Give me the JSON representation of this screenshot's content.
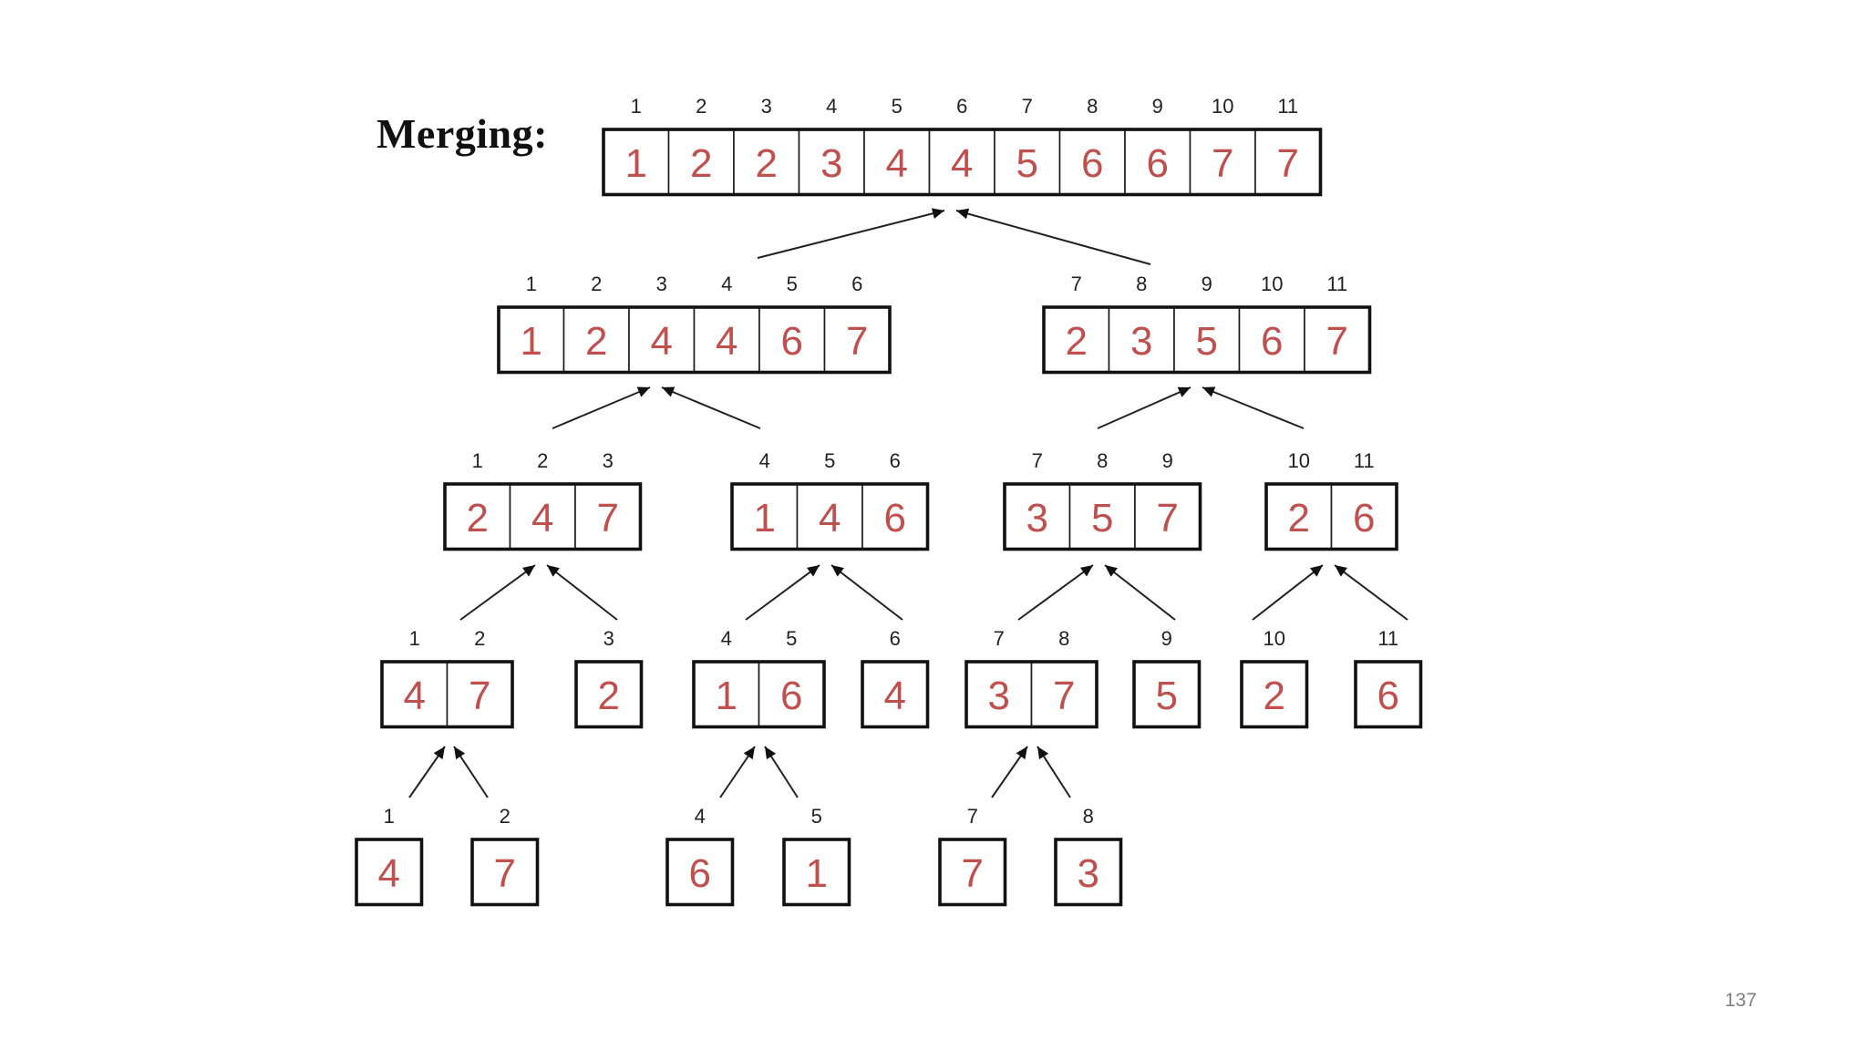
{
  "slide": {
    "title": "Merging:",
    "page_number": "137"
  },
  "diagram": {
    "type": "merge-sort-tree",
    "arrays": [
      {
        "id": "a0",
        "indices": [
          "1",
          "2",
          "3",
          "4",
          "5",
          "6",
          "7",
          "8",
          "9",
          "10",
          "11"
        ],
        "values": [
          "1",
          "2",
          "2",
          "3",
          "4",
          "4",
          "5",
          "6",
          "6",
          "7",
          "7"
        ]
      },
      {
        "id": "a1",
        "indices": [
          "1",
          "2",
          "3",
          "4",
          "5",
          "6"
        ],
        "values": [
          "1",
          "2",
          "4",
          "4",
          "6",
          "7"
        ]
      },
      {
        "id": "a2",
        "indices": [
          "7",
          "8",
          "9",
          "10",
          "11"
        ],
        "values": [
          "2",
          "3",
          "5",
          "6",
          "7"
        ]
      },
      {
        "id": "a3",
        "indices": [
          "1",
          "2",
          "3"
        ],
        "values": [
          "2",
          "4",
          "7"
        ]
      },
      {
        "id": "a4",
        "indices": [
          "4",
          "5",
          "6"
        ],
        "values": [
          "1",
          "4",
          "6"
        ]
      },
      {
        "id": "a5",
        "indices": [
          "7",
          "8",
          "9"
        ],
        "values": [
          "3",
          "5",
          "7"
        ]
      },
      {
        "id": "a6",
        "indices": [
          "10",
          "11"
        ],
        "values": [
          "2",
          "6"
        ]
      },
      {
        "id": "a7",
        "indices": [
          "1",
          "2"
        ],
        "values": [
          "4",
          "7"
        ]
      },
      {
        "id": "a8",
        "indices": [
          "3"
        ],
        "values": [
          "2"
        ]
      },
      {
        "id": "a9",
        "indices": [
          "4",
          "5"
        ],
        "values": [
          "1",
          "6"
        ]
      },
      {
        "id": "a10",
        "indices": [
          "6"
        ],
        "values": [
          "4"
        ]
      },
      {
        "id": "a11",
        "indices": [
          "7",
          "8"
        ],
        "values": [
          "3",
          "7"
        ]
      },
      {
        "id": "a12",
        "indices": [
          "9"
        ],
        "values": [
          "5"
        ]
      },
      {
        "id": "a13",
        "indices": [
          "10"
        ],
        "values": [
          "2"
        ]
      },
      {
        "id": "a14",
        "indices": [
          "11"
        ],
        "values": [
          "6"
        ]
      },
      {
        "id": "a15",
        "indices": [
          "1"
        ],
        "values": [
          "4"
        ]
      },
      {
        "id": "a16",
        "indices": [
          "2"
        ],
        "values": [
          "7"
        ]
      },
      {
        "id": "a17",
        "indices": [
          "4"
        ],
        "values": [
          "6"
        ]
      },
      {
        "id": "a18",
        "indices": [
          "5"
        ],
        "values": [
          "1"
        ]
      },
      {
        "id": "a19",
        "indices": [
          "7"
        ],
        "values": [
          "7"
        ]
      },
      {
        "id": "a20",
        "indices": [
          "8"
        ],
        "values": [
          "3"
        ]
      }
    ],
    "merges": [
      {
        "from": [
          "a1",
          "a2"
        ],
        "to": "a0"
      },
      {
        "from": [
          "a3",
          "a4"
        ],
        "to": "a1"
      },
      {
        "from": [
          "a5",
          "a6"
        ],
        "to": "a2"
      },
      {
        "from": [
          "a7",
          "a8"
        ],
        "to": "a3"
      },
      {
        "from": [
          "a9",
          "a10"
        ],
        "to": "a4"
      },
      {
        "from": [
          "a11",
          "a12"
        ],
        "to": "a5"
      },
      {
        "from": [
          "a13",
          "a14"
        ],
        "to": "a6"
      },
      {
        "from": [
          "a15",
          "a16"
        ],
        "to": "a7"
      },
      {
        "from": [
          "a17",
          "a18"
        ],
        "to": "a9"
      },
      {
        "from": [
          "a19",
          "a20"
        ],
        "to": "a11"
      }
    ]
  }
}
